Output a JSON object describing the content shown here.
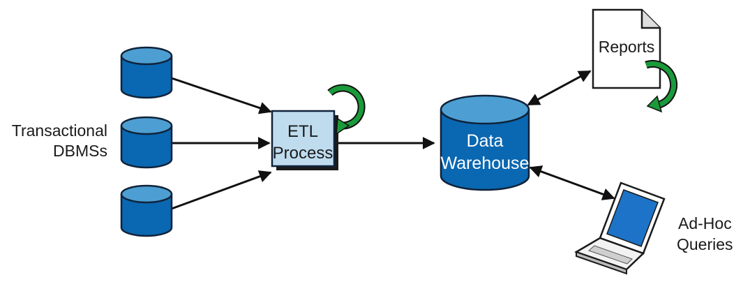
{
  "sources": {
    "label_line1": "Transactional",
    "label_line2": "DBMSs"
  },
  "etl": {
    "line1": "ETL",
    "line2": "Process"
  },
  "warehouse": {
    "line1": "Data",
    "line2": "Warehouse"
  },
  "reports": {
    "label": "Reports"
  },
  "adhoc": {
    "line1": "Ad-Hoc",
    "line2": "Queries"
  },
  "colors": {
    "db_body": "#0a67b1",
    "db_top": "#4d9fd3",
    "db_outline": "#10233a",
    "etl_fill": "#bfdcef",
    "refresh_green": "#1a9a3a",
    "screen_blue": "#1d73c7"
  },
  "icons": [
    "database-icon",
    "refresh-icon",
    "document-icon",
    "laptop-icon"
  ]
}
